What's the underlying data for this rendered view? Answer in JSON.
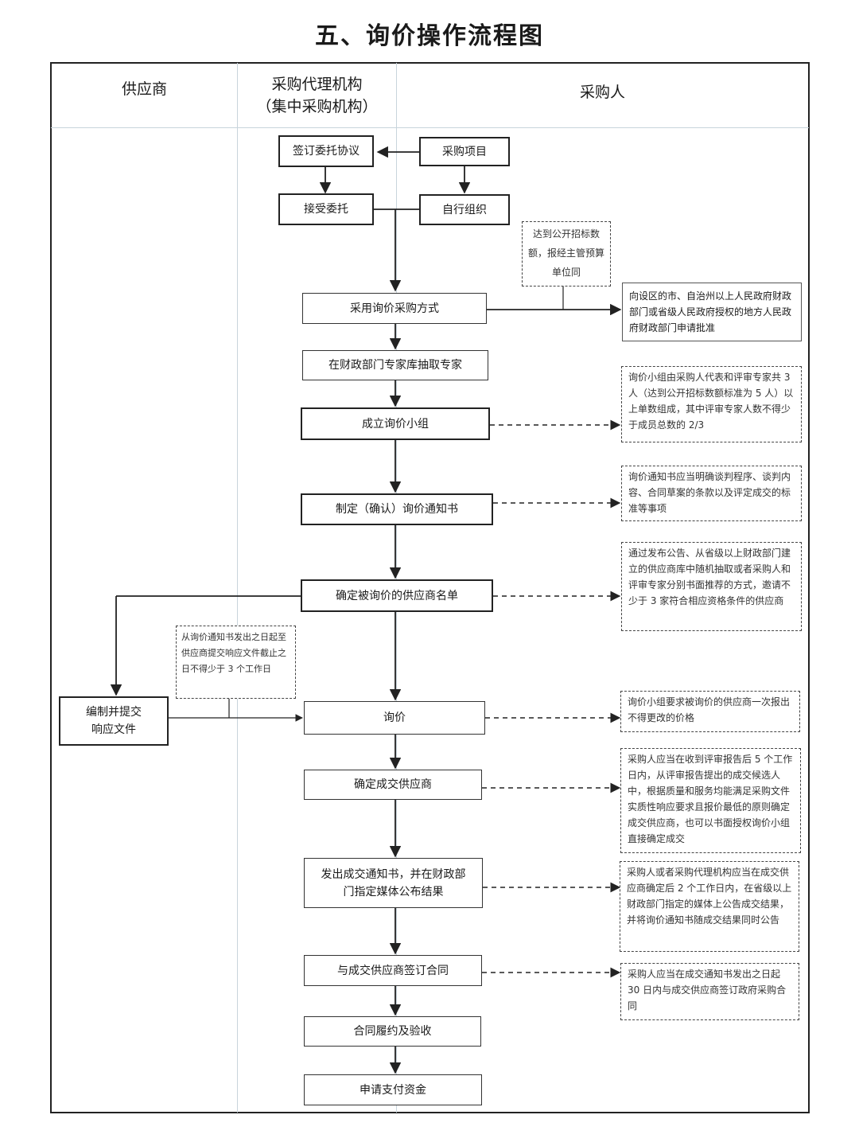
{
  "title": "五、询价操作流程图",
  "lanes": {
    "supplier": "供应商",
    "agency_line1": "采购代理机构",
    "agency_line2": "（集中采购机构）",
    "purchaser": "采购人"
  },
  "steps": {
    "sign_agreement": "签订委托协议",
    "project": "采购项目",
    "accept": "接受委托",
    "self_org": "自行组织",
    "adopt_method": "采用询价采购方式",
    "draw_experts": "在财政部门专家库抽取专家",
    "form_group": "成立询价小组",
    "notice": "制定（确认）询价通知书",
    "supplier_list": "确定被询价的供应商名单",
    "prepare_docs_l1": "编制并提交",
    "prepare_docs_l2": "响应文件",
    "inquiry": "询价",
    "determine_winner": "确定成交供应商",
    "issue_notice_l1": "发出成交通知书，并在财政部",
    "issue_notice_l2": "门指定媒体公布结果",
    "sign_contract": "与成交供应商签订合同",
    "acceptance": "合同履约及验收",
    "payment": "申请支付资金"
  },
  "notes": {
    "threshold": "达到公开招标数额，报经主管预算单位同",
    "apply_approval": "向设区的市、自治州以上人民政府财政部门或省级人民政府授权的地方人民政府财政部门申请批准",
    "group_composition": "询价小组由采购人代表和评审专家共 3 人（达到公开招标数额标准为 5 人）以上单数组成，其中评审专家人数不得少于成员总数的 2/3",
    "notice_content": "询价通知书应当明确谈判程序、谈判内容、合同草案的条款以及评定成交的标准等事项",
    "supplier_selection": "通过发布公告、从省级以上财政部门建立的供应商库中随机抽取或者采购人和评审专家分别书面推荐的方式，邀请不少于 3 家符合相应资格条件的供应商",
    "response_time": "从询价通知书发出之日起至供应商提交响应文件截止之日不得少于 3 个工作日",
    "one_price": "询价小组要求被询价的供应商一次报出不得更改的价格",
    "winner_rule": "采购人应当在收到评审报告后 5 个工作日内，从评审报告提出的成交候选人中，根据质量和服务均能满足采购文件实质性响应要求且报价最低的原则确定成交供应商，也可以书面授权询价小组直接确定成交",
    "announce_rule": "采购人或者采购代理机构应当在成交供应商确定后 2 个工作日内，在省级以上财政部门指定的媒体上公告成交结果，并将询价通知书随成交结果同时公告",
    "contract_rule": "采购人应当在成交通知书发出之日起 30 日内与成交供应商签订政府采购合同"
  }
}
